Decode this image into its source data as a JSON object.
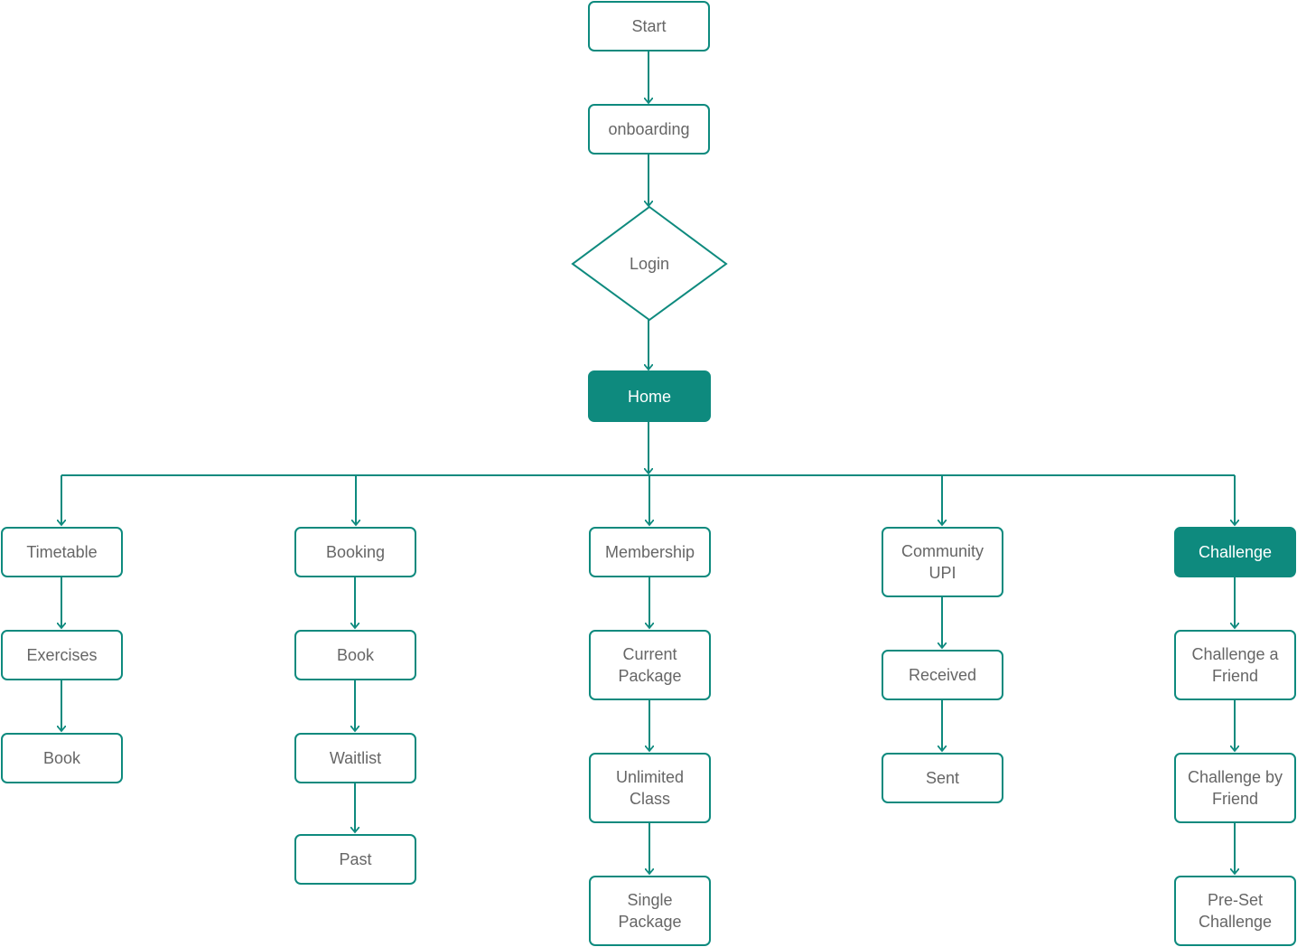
{
  "colors": {
    "accent": "#0e8a7e",
    "text": "#666666",
    "filled_text": "#ffffff"
  },
  "nodes": {
    "start": "Start",
    "onboarding": "onboarding",
    "login": "Login",
    "home": "Home",
    "timetable": "Timetable",
    "exercises": "Exercises",
    "timetable_book": "Book",
    "booking": "Booking",
    "booking_book": "Book",
    "waitlist": "Waitlist",
    "past": "Past",
    "membership": "Membership",
    "current_package": "Current Package",
    "unlimited_class": "Unlimited Class",
    "single_package": "Single Package",
    "community": "Community UPI",
    "received": "Received",
    "sent": "Sent",
    "challenge": "Challenge",
    "challenge_friend": "Challenge a Friend",
    "challenge_by_friend": "Challenge by Friend",
    "preset_challenge": "Pre-Set Challenge"
  }
}
